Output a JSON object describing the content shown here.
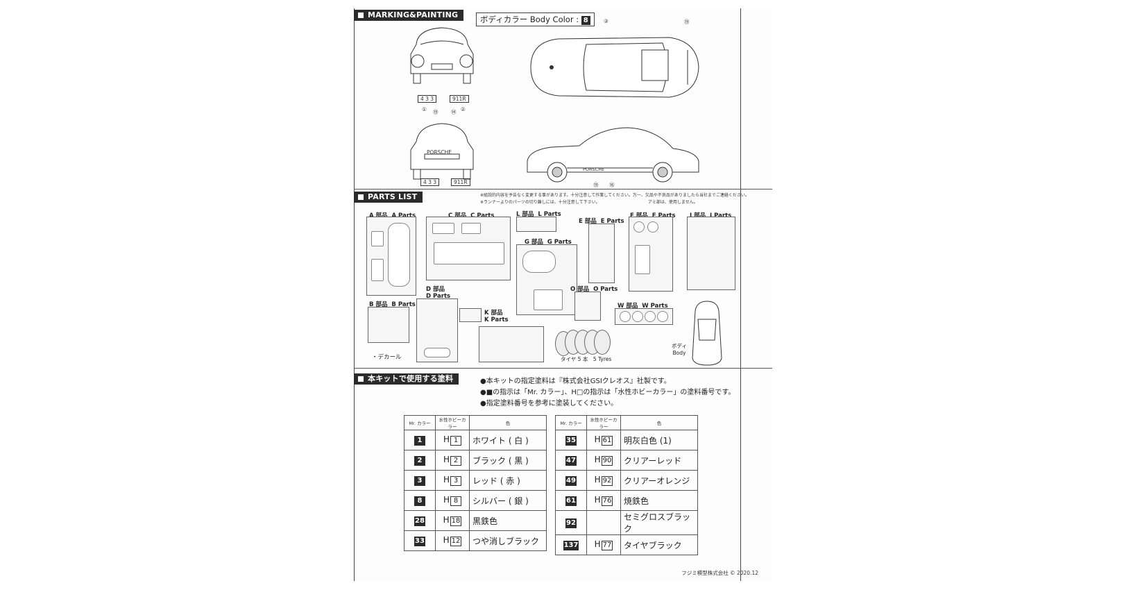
{
  "marking": {
    "title": "MARKING&PAINTING",
    "body_color_label": "ボディカラー Body Color :",
    "body_color_number": "8",
    "callouts": [
      "①",
      "②",
      "⑭",
      "⑲",
      "③",
      "⑯"
    ],
    "decal_texts": [
      "4 3 3",
      "911R",
      "PORSCHE"
    ]
  },
  "parts_list": {
    "title": "PARTS LIST",
    "note1": "※組説的内容を予告なく変更する事があります。十分注意して作業してください。万一、欠品や不良品がありましたら当社までご連絡ください。",
    "note2": "※ランナーよりのパーツの切り離しには、十分注意して下さい。",
    "note2b": "アミ部は、使用しません。",
    "runners": [
      {
        "jp": "A 部品",
        "en": "A Parts"
      },
      {
        "jp": "C 部品",
        "en": "C Parts"
      },
      {
        "jp": "L 部品",
        "en": "L Parts"
      },
      {
        "jp": "E 部品",
        "en": "E Parts"
      },
      {
        "jp": "F 部品",
        "en": "F Parts"
      },
      {
        "jp": "J 部品",
        "en": "J Parts"
      },
      {
        "jp": "G 部品",
        "en": "G Parts"
      },
      {
        "jp": "B 部品",
        "en": "B Parts"
      },
      {
        "jp": "D 部品",
        "en": "D Parts"
      },
      {
        "jp": "K 部品",
        "en": "K Parts"
      },
      {
        "jp": "O 部品",
        "en": "O Parts"
      },
      {
        "jp": "W 部品",
        "en": "W Parts"
      }
    ],
    "decal_label": "・デカール",
    "tyres_label": "タイヤ 5 本　5 Tyres",
    "body_jp": "ボディ",
    "body_en": "Body"
  },
  "paint": {
    "title": "本キットで使用する塗料",
    "notes": [
      "●本キットの指定塗料は『株式会社GSIクレオス』社製です。",
      "●■の指示は「Mr. カラー」、H□の指示は「水性ホビーカラー」の塗料番号です。",
      "●指定塗料番号を参考に塗装してください。"
    ],
    "headers": {
      "mr": "Mr. カラー",
      "hobby": "水性ホビーカラー",
      "color": "色"
    },
    "left": [
      {
        "mr": "1",
        "h": "1",
        "name": "ホワイト ( 白 )"
      },
      {
        "mr": "2",
        "h": "2",
        "name": "ブラック ( 黒 )"
      },
      {
        "mr": "3",
        "h": "3",
        "name": "レッド ( 赤 )"
      },
      {
        "mr": "8",
        "h": "8",
        "name": "シルバー ( 銀 )"
      },
      {
        "mr": "28",
        "h": "18",
        "name": "黒鉄色"
      },
      {
        "mr": "33",
        "h": "12",
        "name": "つや消しブラック"
      }
    ],
    "right": [
      {
        "mr": "35",
        "h": "61",
        "name": "明灰白色 (1)"
      },
      {
        "mr": "47",
        "h": "90",
        "name": "クリアーレッド"
      },
      {
        "mr": "49",
        "h": "92",
        "name": "クリアーオレンジ"
      },
      {
        "mr": "61",
        "h": "76",
        "name": "焼鉄色"
      },
      {
        "mr": "92",
        "h": "",
        "name": "セミグロスブラック"
      },
      {
        "mr": "137",
        "h": "77",
        "name": "タイヤブラック"
      }
    ]
  },
  "footer": "フジミ模型株式会社 © 2020.12"
}
